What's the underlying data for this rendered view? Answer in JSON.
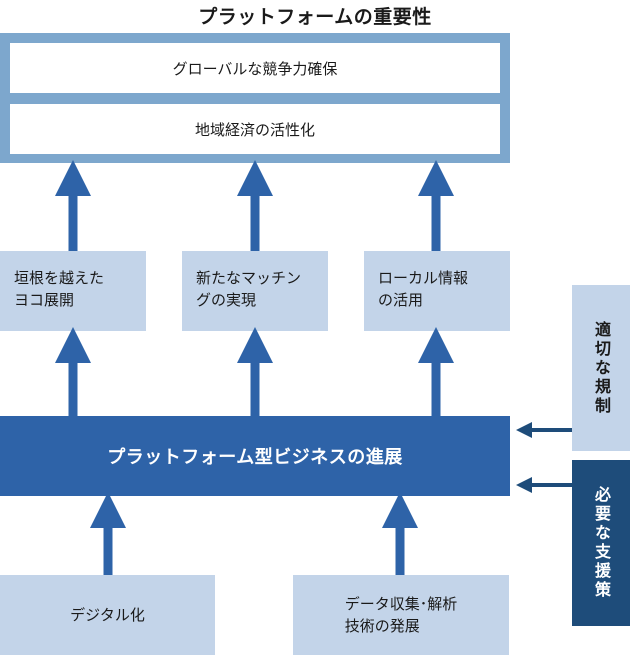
{
  "title": "プラットフォームの重要性",
  "outcomes": [
    "グローバルな競争力確保",
    "地域経済の活性化"
  ],
  "effects": [
    "垣根を越えた\nヨコ展開",
    "新たなマッチン\nグの実現",
    "ローカル情報\nの活用"
  ],
  "main": "プラットフォーム型ビジネスの進展",
  "drivers": [
    "デジタル化",
    "データ収集･解析\n技術の発展"
  ],
  "policy": [
    "適切な規制",
    "必要な支援策"
  ],
  "colors": {
    "frame": "#7da7cd",
    "light_box": "#c3d4e9",
    "main_bar": "#2e63a8",
    "arrow": "#2e63a8",
    "side_dark": "#1e4c7a"
  }
}
